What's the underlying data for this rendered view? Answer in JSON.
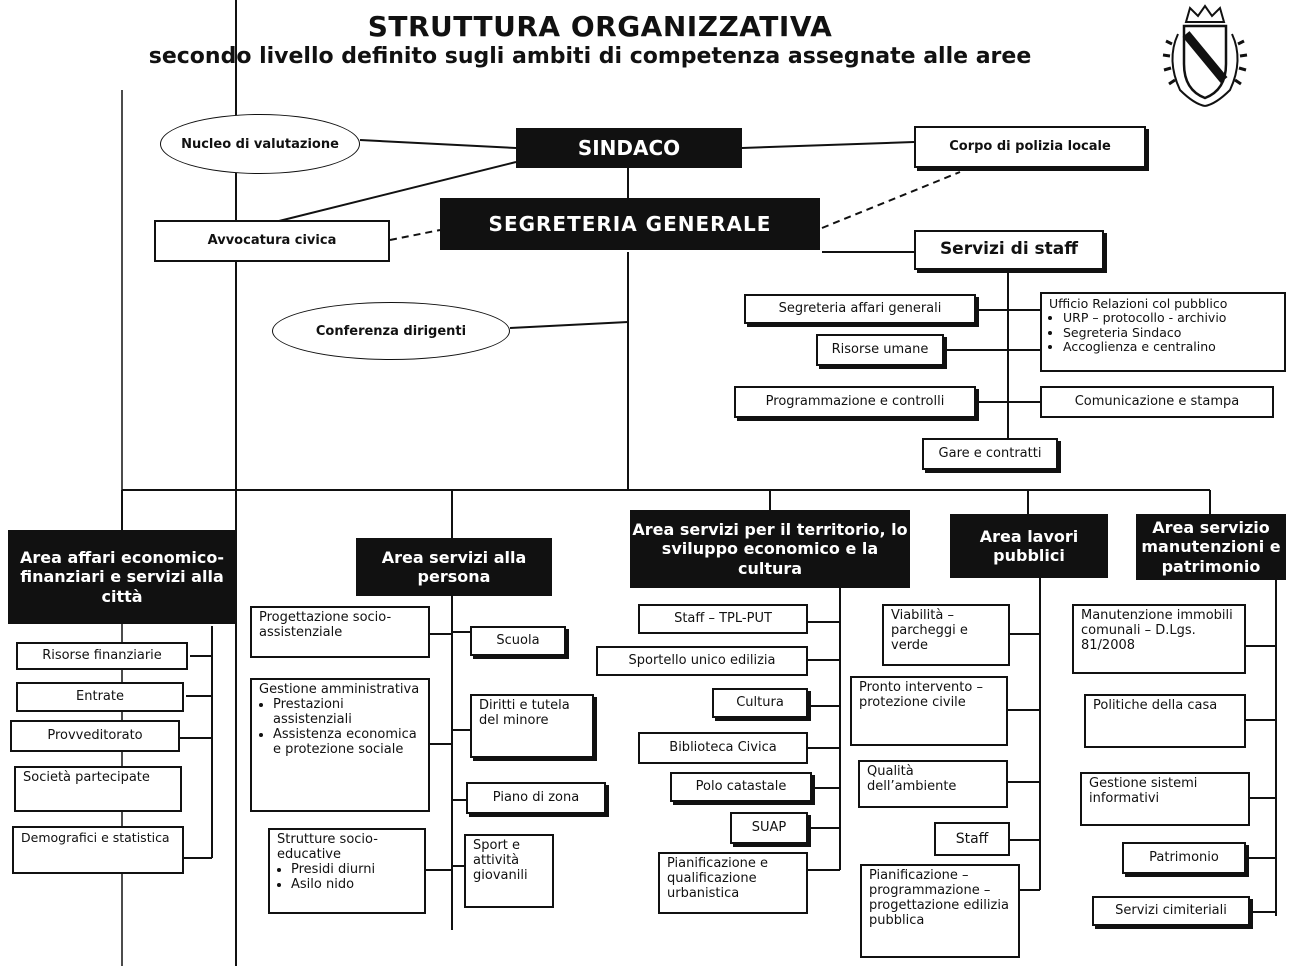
{
  "title": "STRUTTURA ORGANIZZATIVA",
  "subtitle": "secondo livello definito sugli ambiti di competenza assegnate alle aree",
  "top": {
    "sindaco": "SINDACO",
    "segreteria_generale": "SEGRETERIA GENERALE",
    "nucleo": "Nucleo di valutazione",
    "polizia": "Corpo di polizia locale",
    "avvocatura": "Avvocatura civica",
    "conferenza": "Conferenza dirigenti",
    "servizi_staff": "Servizi di staff"
  },
  "staff": {
    "segreteria_affari": "Segreteria affari generali",
    "risorse_umane": "Risorse umane",
    "programmazione": "Programmazione e controlli",
    "gare": "Gare e contratti",
    "urp_title": "Ufficio Relazioni col pubblico",
    "urp_items": [
      "URP – protocollo - archivio",
      "Segreteria Sindaco",
      "Accoglienza e centralino"
    ],
    "comunicazione": "Comunicazione e stampa"
  },
  "area1": {
    "title": "Area affari economico-finanziari e servizi alla città",
    "items": [
      "Risorse finanziarie",
      "Entrate",
      "Provveditorato",
      "Società partecipate",
      "Demografici e statistica"
    ]
  },
  "area2": {
    "title": "Area servizi alla persona",
    "progettazione": "Progettazione socio-assistenziale",
    "gestione_title": "Gestione amministrativa",
    "gestione_items": [
      "Prestazioni assistenziali",
      "Assistenza economica e protezione sociale"
    ],
    "strutture_title": "Strutture socio-educative",
    "strutture_items": [
      "Presidi diurni",
      "Asilo nido"
    ],
    "scuola": "Scuola",
    "diritti": "Diritti e tutela del minore",
    "piano": "Piano di zona",
    "sport": "Sport e attività giovanili"
  },
  "area3": {
    "title": "Area servizi per il territorio, lo sviluppo economico e la cultura",
    "items": [
      "Staff – TPL-PUT",
      "Sportello unico edilizia",
      "Cultura",
      "Biblioteca Civica",
      "Polo catastale",
      "SUAP",
      "Pianificazione e qualificazione urbanistica"
    ]
  },
  "area4": {
    "title": "Area lavori pubblici",
    "items": [
      "Viabilità – parcheggi e verde",
      "Pronto intervento – protezione civile",
      "Qualità dell’ambiente",
      "Staff",
      "Pianificazione – programmazione – progettazione edilizia pubblica"
    ]
  },
  "area5": {
    "title": "Area servizio manutenzioni e patrimonio",
    "items": [
      "Manutenzione immobili comunali – D.Lgs. 81/2008",
      "Politiche della casa",
      "Gestione sistemi informativi",
      "Patrimonio",
      "Servizi cimiteriali"
    ]
  },
  "icons": {
    "crest": "municipal-crest-icon"
  }
}
